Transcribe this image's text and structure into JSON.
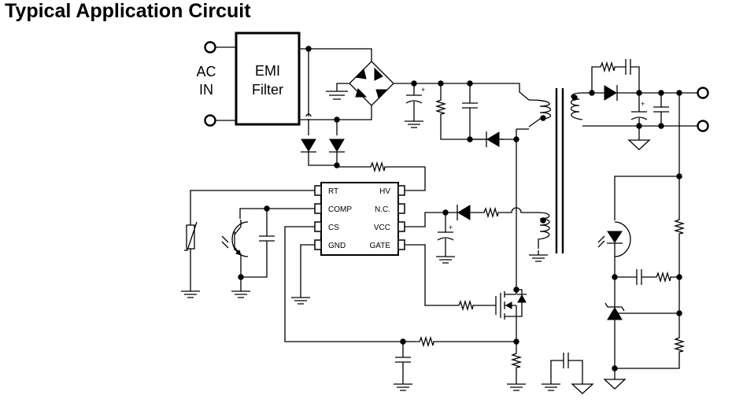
{
  "title": "Typical Application Circuit",
  "input_label_line1": "AC",
  "input_label_line2": "IN",
  "emi_label_line1": "EMI",
  "emi_label_line2": "Filter",
  "ic": {
    "left_pins": [
      "RT",
      "COMP",
      "CS",
      "GND"
    ],
    "right_pins": [
      "HV",
      "N.C.",
      "VCC",
      "GATE"
    ]
  }
}
